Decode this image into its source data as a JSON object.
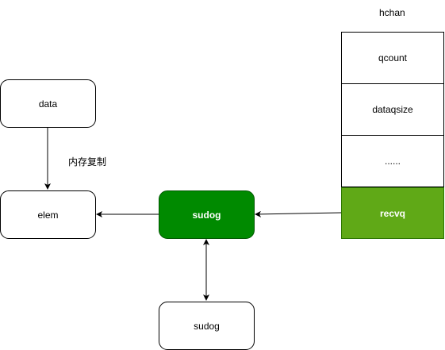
{
  "hchan": {
    "title": "hchan",
    "fields": [
      "qcount",
      "dataqsize",
      "......",
      "recvq"
    ]
  },
  "nodes": {
    "data": "data",
    "elem": "elem",
    "sudog_main": "sudog",
    "sudog_next": "sudog"
  },
  "annotations": {
    "memcopy": "内存复制"
  },
  "colors": {
    "sudog_fill": "#008a00",
    "recvq_fill": "#60a917",
    "stroke": "#000000"
  }
}
